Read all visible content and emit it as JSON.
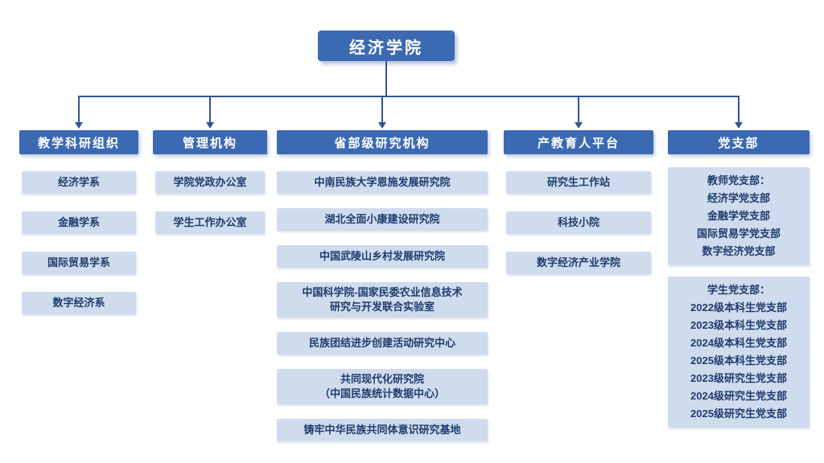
{
  "root": {
    "title": "经济学院"
  },
  "branches": [
    {
      "title": "教学科研组织",
      "children": [
        {
          "label": "经济学系"
        },
        {
          "label": "金融学系"
        },
        {
          "label": "国际贸易学系"
        },
        {
          "label": "数字经济系"
        }
      ]
    },
    {
      "title": "管理机构",
      "children": [
        {
          "label": "学院党政办公室"
        },
        {
          "label": "学生工作办公室"
        }
      ]
    },
    {
      "title": "省部级研究机构",
      "children": [
        {
          "label": "中南民族大学恩施发展研究院"
        },
        {
          "label": "湖北全面小康建设研究院"
        },
        {
          "label": "中国武陵山乡村发展研究院"
        },
        {
          "label": "中国科学院-国家民委农业信息技术\n研究与开发联合实验室"
        },
        {
          "label": "民族团结进步创建活动研究中心"
        },
        {
          "label": "共同现代化研究院\n（中国民族统计数据中心）"
        },
        {
          "label": "铸牢中华民族共同体意识研究基地"
        }
      ]
    },
    {
      "title": "产教育人平台",
      "children": [
        {
          "label": "研究生工作站"
        },
        {
          "label": "科技小院"
        },
        {
          "label": "数字经济产业学院"
        }
      ]
    },
    {
      "title": "党支部",
      "children": [
        {
          "label": "教师党支部：\n经济学党支部\n金融学党支部\n国际贸易学党支部\n数字经济党支部"
        },
        {
          "label": "学生党支部：\n2022级本科生党支部\n2023级本科生党支部\n2024级本科生党支部\n2025级本科生党支部\n2023级研究生党支部\n2024级研究生党支部\n2025级研究生党支部"
        }
      ]
    }
  ],
  "colors": {
    "header_blue": "#3b6ab3",
    "child_blue": "#cfdcee",
    "text_navy": "#1e3c6e",
    "line_blue": "#2f5597"
  }
}
